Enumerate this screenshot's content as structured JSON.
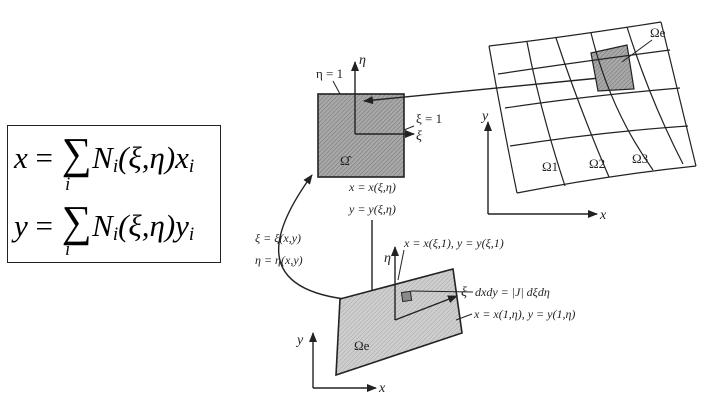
{
  "equations": {
    "x_eq": {
      "lhs": "x",
      "rhs": "N",
      "sub": "i",
      "args": "(ξ,η)",
      "var": "x",
      "var_sub": "i",
      "index": "i"
    },
    "y_eq": {
      "lhs": "y",
      "rhs": "N",
      "sub": "i",
      "args": "(ξ,η)",
      "var": "y",
      "var_sub": "i",
      "index": "i"
    }
  },
  "labels": {
    "eta_eq_1": "η = 1",
    "xi_eq_1": "ξ = 1",
    "eta_axis_top": "η",
    "xi_axis_top": "ξ",
    "omega_hat": "Ω̂",
    "map_x": "x = x(ξ,η)",
    "map_y": "y = y(ξ,η)",
    "inv_xi": "ξ = ξ(x,y)",
    "inv_eta": "η = η(x,y)",
    "edge_top": "x = x(ξ,1), y = y(ξ,1)",
    "jacobian": "dxdy = |J| dξdη",
    "edge_right": "x = x(1,η), y = y(1,η)",
    "eta_axis_bottom": "η",
    "xi_axis_bottom": "ξ",
    "omega_e_bottom": "Ωe",
    "y_axis_bottom": "y",
    "x_axis_bottom": "x",
    "omega_e_top": "Ωe",
    "omega_1": "Ω1",
    "omega_2": "Ω2",
    "omega_3": "Ω3",
    "y_axis_right": "y",
    "x_axis_right": "x"
  },
  "colors": {
    "stroke": "#222222",
    "hatch_dark": "#8a8a8a",
    "hatch_light": "#bdbdbd",
    "fill_dark": "#9b9b9b",
    "fill_light": "#c8c8c8"
  }
}
